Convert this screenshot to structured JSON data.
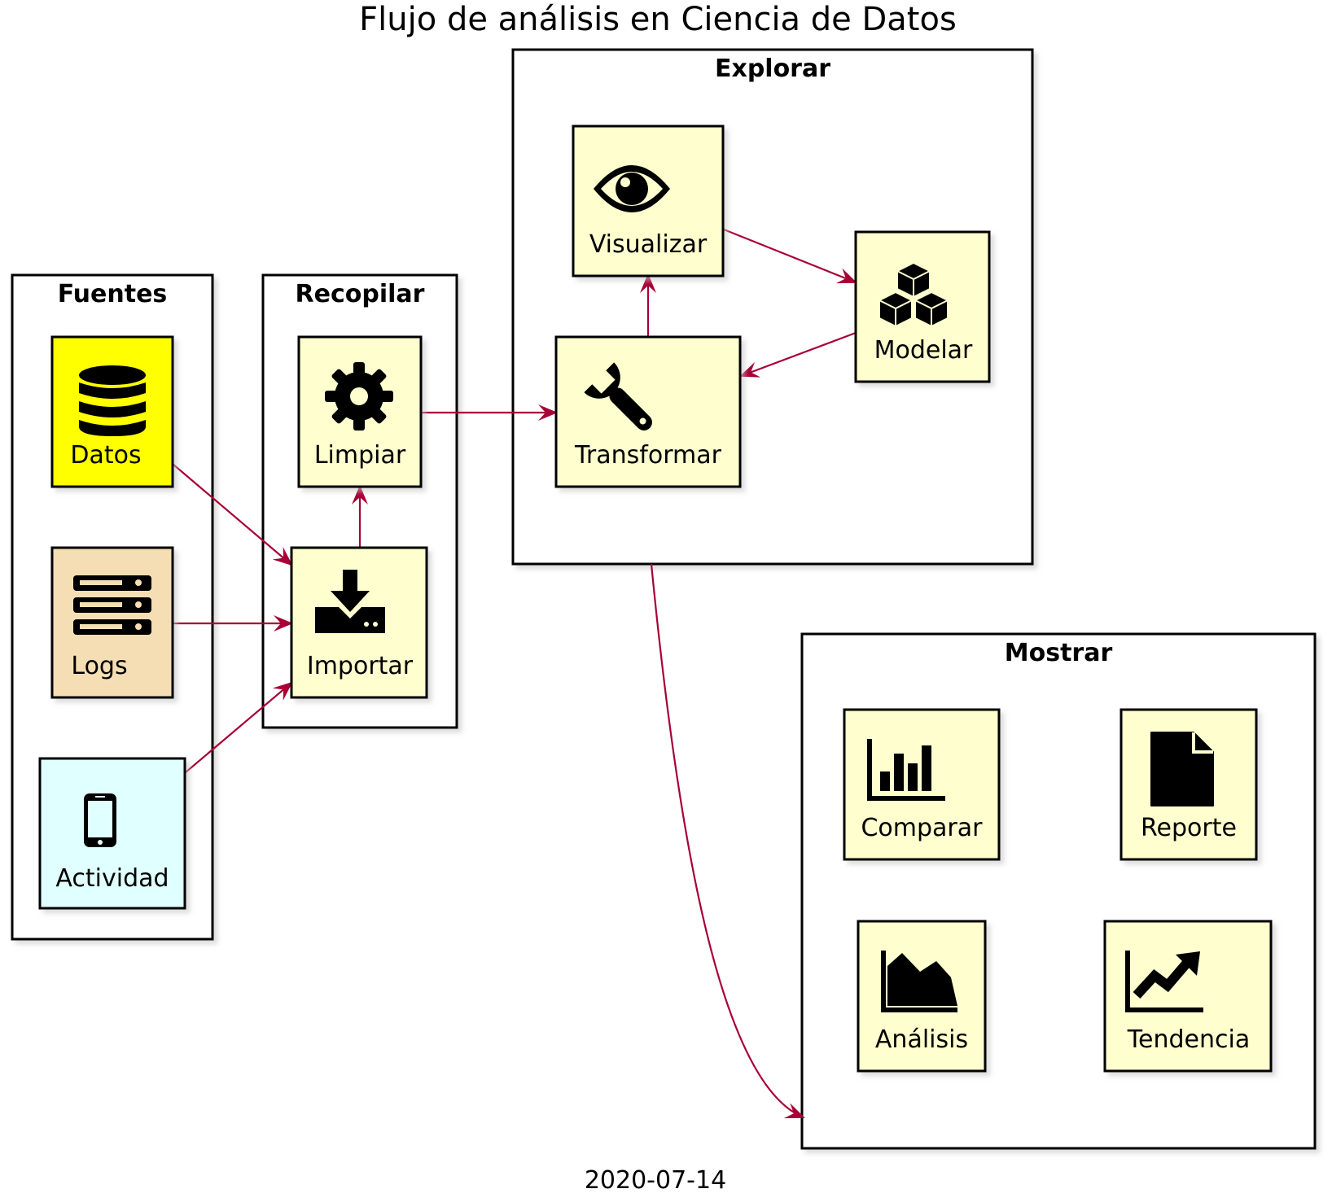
{
  "title": "Flujo de análisis en Ciencia de Datos",
  "footer": "2020-07-14",
  "colors": {
    "edge": "#A80036",
    "node_default": "#FEFECE",
    "datos": "#FFFF00",
    "logs": "#F5DEB3",
    "actividad": "#E0FFFF",
    "cluster": "#FFFFFF"
  },
  "clusters": {
    "fuentes": "Fuentes",
    "recopilar": "Recopilar",
    "explorar": "Explorar",
    "mostrar": "Mostrar"
  },
  "nodes": {
    "datos": {
      "label": "Datos",
      "icon": "database-icon"
    },
    "logs": {
      "label": "Logs",
      "icon": "server-icon"
    },
    "actividad": {
      "label": "Actividad",
      "icon": "mobile-icon"
    },
    "limpiar": {
      "label": "Limpiar",
      "icon": "gear-icon"
    },
    "importar": {
      "label": "Importar",
      "icon": "download-icon"
    },
    "visualizar": {
      "label": "Visualizar",
      "icon": "eye-icon"
    },
    "modelar": {
      "label": "Modelar",
      "icon": "cubes-icon"
    },
    "transformar": {
      "label": "Transformar",
      "icon": "wrench-icon"
    },
    "comparar": {
      "label": "Comparar",
      "icon": "bar-chart-icon"
    },
    "reporte": {
      "label": "Reporte",
      "icon": "file-icon"
    },
    "analisis": {
      "label": "Análisis",
      "icon": "area-chart-icon"
    },
    "tendencia": {
      "label": "Tendencia",
      "icon": "line-chart-icon"
    }
  }
}
